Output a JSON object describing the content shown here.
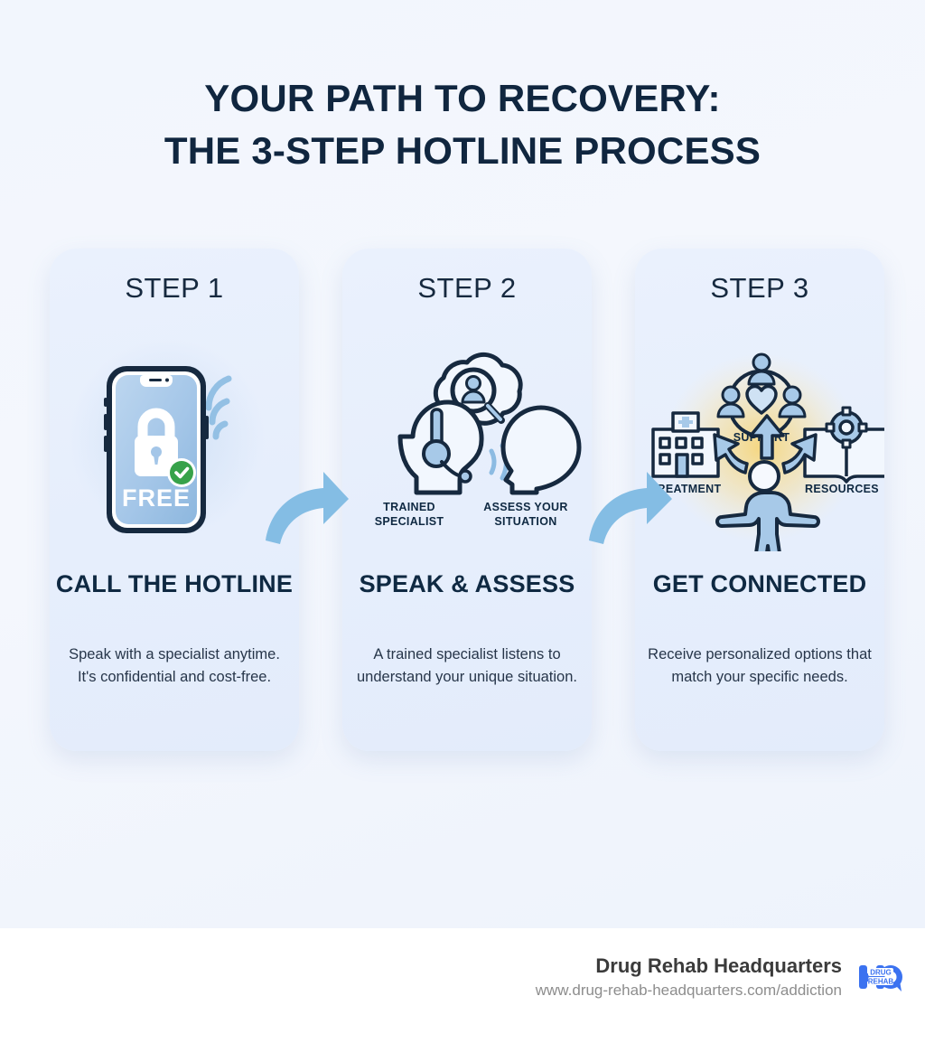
{
  "title": {
    "line1": "YOUR PATH TO RECOVERY:",
    "line2": "THE 3-STEP HOTLINE PROCESS"
  },
  "colors": {
    "page_background": "#f3f6fc",
    "card_background": "#e8effc",
    "heading_navy": "#0f2942",
    "accent_blue": "#7db5e0",
    "icon_blue": "#a7c9e8",
    "check_green": "#37a24a",
    "glow_yellow": "#f5d87e",
    "logo_blue": "#3b72f0",
    "footer_background": "#ffffff"
  },
  "steps": [
    {
      "label": "STEP 1",
      "title": "CALL THE HOTLINE",
      "description": "Speak with a specialist anytime. It's confidential and cost-free.",
      "art": {
        "name": "phone-lock-free",
        "screen_text": "FREE",
        "badges": [
          "lock-icon",
          "check-circle-icon",
          "signal-waves-icon"
        ]
      }
    },
    {
      "label": "STEP 2",
      "title": "SPEAK & ASSESS",
      "description": "A trained specialist listens to understand your unique situation.",
      "art": {
        "name": "two-heads-conversation",
        "captions": [
          {
            "line1": "TRAINED",
            "line2": "SPECIALIST"
          },
          {
            "line1": "ASSESS YOUR",
            "line2": "SITUATION"
          }
        ],
        "badges": [
          "headset-icon",
          "thought-bubble-icon",
          "person-magnifier-icon",
          "sound-waves-icon"
        ]
      }
    },
    {
      "label": "STEP 3",
      "title": "GET CONNECTED",
      "description": "Receive personalized options that match your specific needs.",
      "art": {
        "name": "person-connected-options",
        "captions": [
          {
            "text": "SUPPORT",
            "icon": "people-heart-icon"
          },
          {
            "text": "TREATMENT",
            "icon": "hospital-icon"
          },
          {
            "text": "RESOURCES",
            "icon": "book-gear-icon"
          }
        ],
        "badges": [
          "person-arms-out-icon",
          "arrow-up-icon",
          "arrow-up-left-icon",
          "arrow-up-right-icon"
        ]
      }
    }
  ],
  "connectors": [
    {
      "name": "arrow-step1-to-step2"
    },
    {
      "name": "arrow-step2-to-step3"
    }
  ],
  "footer": {
    "brand": "Drug Rehab Headquarters",
    "url": "www.drug-rehab-headquarters.com/addiction",
    "logo_text_top": "DRUG",
    "logo_text_bottom": "REHAB"
  }
}
